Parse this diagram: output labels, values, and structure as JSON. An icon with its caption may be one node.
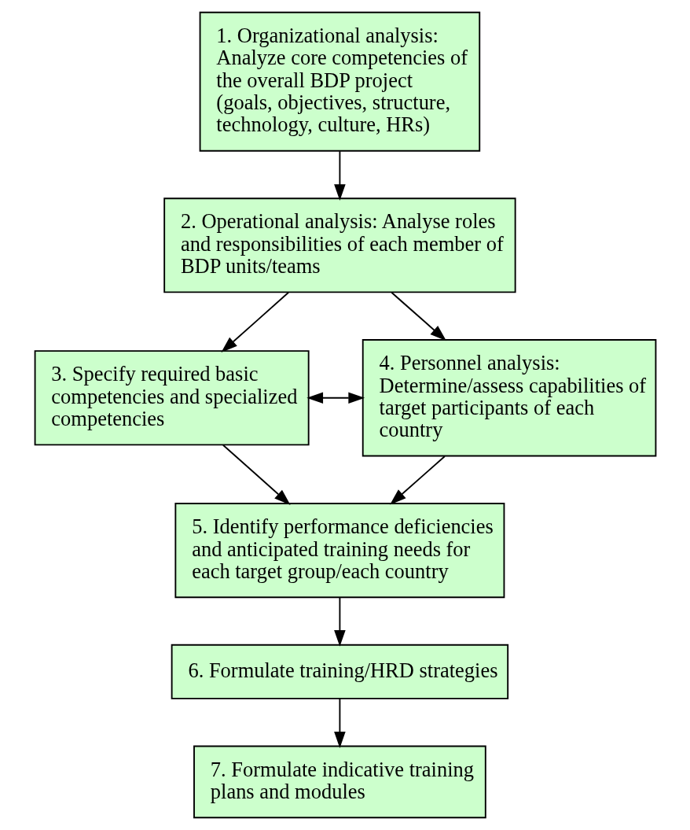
{
  "diagram": {
    "nodes": [
      {
        "text": [
          "1. Organizational analysis: Analyze core competencies of the overall BDP project (goals, objectives, structure, technology, culture, HRs)"
        ]
      },
      {
        "text": [
          "2. Operational analysis: Analyse roles and responsibilities of each member of BDP units/teams"
        ]
      },
      {
        "text": [
          "3. Specify required basic competencies and specialized competencies"
        ]
      },
      {
        "text": [
          "4. Personnel analysis: Determine/assess capabilities of target participants of each country"
        ]
      },
      {
        "text": [
          "5. Identify performance deficiencies and anticipated training needs for each target group/each country"
        ]
      },
      {
        "text": [
          "6. Formulate training/HRD strategies"
        ]
      },
      {
        "text": [
          "7. Formulate indicative training plans and modules"
        ]
      }
    ],
    "edges": [
      {
        "from": 0,
        "to": 1,
        "arrow": "to"
      },
      {
        "from": 1,
        "to": 2,
        "arrow": "to"
      },
      {
        "from": 1,
        "to": 3,
        "arrow": "to"
      },
      {
        "from": 2,
        "to": 3,
        "arrow": "both"
      },
      {
        "from": 2,
        "to": 4,
        "arrow": "to"
      },
      {
        "from": 3,
        "to": 4,
        "arrow": "to"
      },
      {
        "from": 4,
        "to": 5,
        "arrow": "to"
      },
      {
        "from": 5,
        "to": 6,
        "arrow": "to"
      }
    ]
  }
}
